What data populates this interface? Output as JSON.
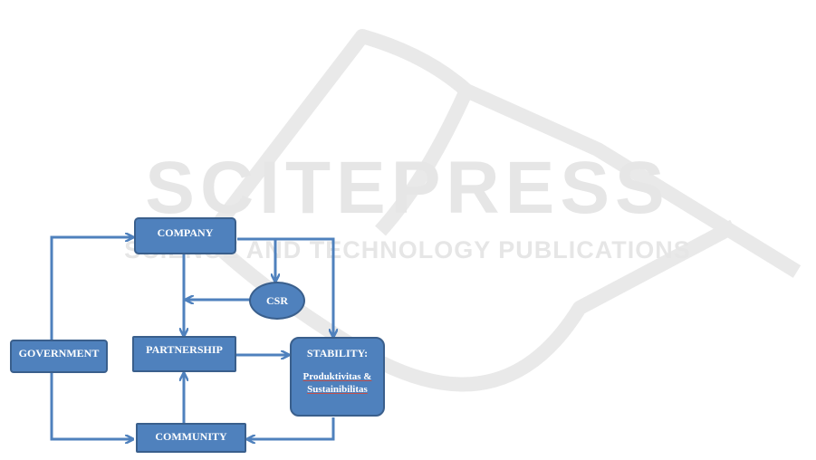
{
  "watermark": {
    "title": "SCITEPRESS",
    "subtitle": "SCIENCE AND TECHNOLOGY PUBLICATIONS"
  },
  "nodes": {
    "company": "COMPANY",
    "csr": "CSR",
    "government": "GOVERNMENT",
    "partnership": "PARTNERSHIP",
    "stability_title": "STABILITY:",
    "stability_line1": "Produktivitas &",
    "stability_line2": "Sustainibilitas",
    "community": "COMMUNITY"
  },
  "colors": {
    "node_fill": "#4f81bd",
    "node_border": "#3a5f8c",
    "arrow": "#4f81bd",
    "watermark": "#e6e6e6",
    "underline": "#c0504d"
  }
}
